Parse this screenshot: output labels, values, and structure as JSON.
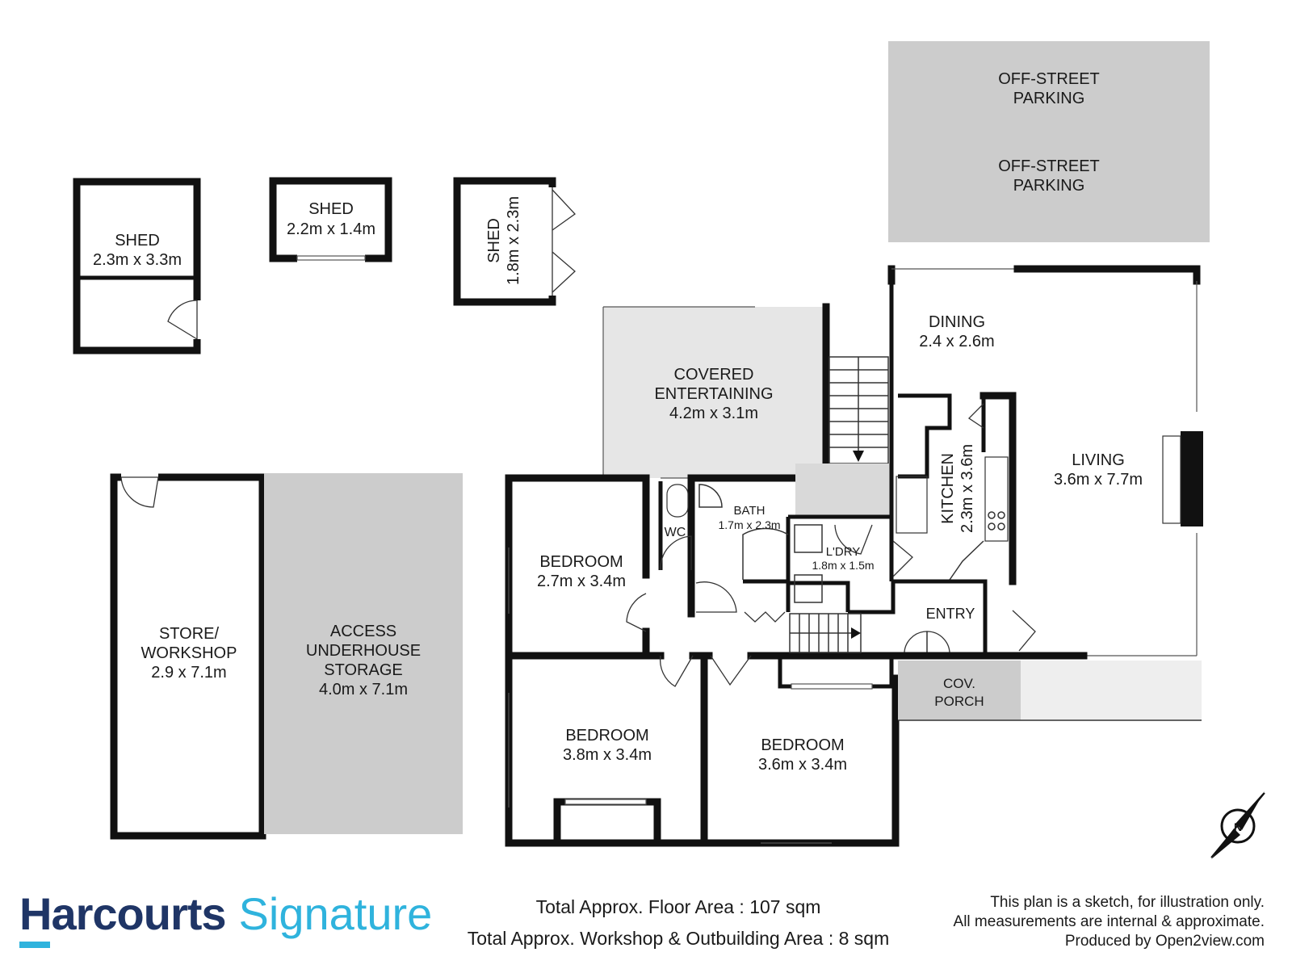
{
  "rooms": {
    "parking_1": "OFF-STREET\nPARKING",
    "parking_2": "OFF-STREET\nPARKING",
    "shed_1": {
      "name": "SHED",
      "size": "2.3m x 3.3m"
    },
    "shed_2": {
      "name": "SHED",
      "size": "2.2m x 1.4m"
    },
    "shed_3": {
      "name": "SHED",
      "size": "1.8m x 2.3m"
    },
    "covered_entertaining": {
      "name_1": "COVERED",
      "name_2": "ENTERTAINING",
      "size": "4.2m x 3.1m"
    },
    "dining": {
      "name": "DINING",
      "size": "2.4 x 2.6m"
    },
    "living": {
      "name": "LIVING",
      "size": "3.6m x 7.7m"
    },
    "kitchen": {
      "name": "KITCHEN",
      "size": "2.3m x 3.6m"
    },
    "store": {
      "name_1": "STORE/",
      "name_2": "WORKSHOP",
      "size": "2.9 x 7.1m"
    },
    "storage": {
      "name_1": "ACCESS",
      "name_2": "UNDERHOUSE",
      "name_3": "STORAGE",
      "size": "4.0m x 7.1m"
    },
    "bedroom_1": {
      "name": "BEDROOM",
      "size": "2.7m x 3.4m"
    },
    "wc": {
      "name": "WC"
    },
    "bath": {
      "name": "BATH",
      "size": "1.7m x 2.3m"
    },
    "laundry": {
      "name": "L'DRY",
      "size": "1.8m x 1.5m"
    },
    "entry": {
      "name": "ENTRY"
    },
    "cov_porch": {
      "name_1": "COV.",
      "name_2": "PORCH"
    },
    "bedroom_2": {
      "name": "BEDROOM",
      "size": "3.8m x 3.4m"
    },
    "bedroom_3": {
      "name": "BEDROOM",
      "size": "3.6m x 3.4m"
    }
  },
  "compass": {
    "label": "N"
  },
  "brand": {
    "name_bold": "Harcourts",
    "name_light": "Signature"
  },
  "footer": {
    "floor_area": "Total Approx. Floor Area : 107 sqm",
    "outbuilding_area": "Total Approx. Workshop & Outbuilding Area : 8 sqm"
  },
  "disclaimer": {
    "line_1": "This plan is a sketch, for illustration only.",
    "line_2": "All measurements are internal & approximate.",
    "line_3": "Produced by Open2view.com"
  },
  "colors": {
    "wall": "#111111",
    "grey_area": "#cccccc",
    "light_area": "#eeeeee",
    "brand_navy": "#1f3566",
    "brand_cyan": "#2fb3dd"
  }
}
